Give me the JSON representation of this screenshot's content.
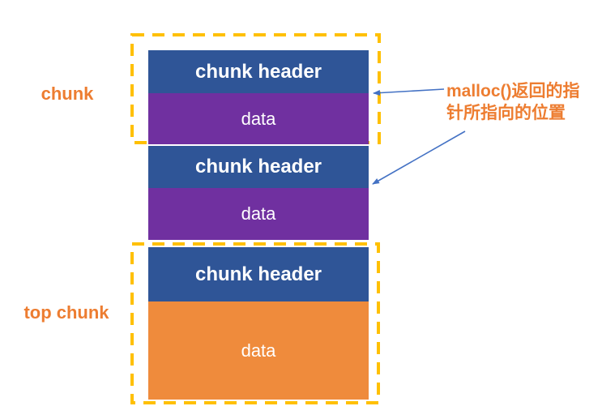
{
  "diagram": {
    "title_semantic": "malloc heap chunk layout",
    "labels": {
      "chunk": "chunk",
      "top_chunk": "top chunk"
    },
    "annotation": {
      "line1": "malloc()返回的指",
      "line2": "针所指向的位置"
    },
    "stack": {
      "rows": [
        {
          "label": "chunk header",
          "type": "header"
        },
        {
          "label": "data",
          "type": "data"
        },
        {
          "label": "chunk header",
          "type": "header"
        },
        {
          "label": "data",
          "type": "data"
        },
        {
          "label": "chunk header",
          "type": "header"
        },
        {
          "label": "data",
          "type": "data"
        }
      ]
    },
    "colors": {
      "header_blue": "#2F5597",
      "data_purple": "#7030A0",
      "data_orange": "#EF8B3C",
      "dashed_border": "#FFC000",
      "label_orange": "#ED7D31",
      "arrow_blue": "#4472C4"
    }
  }
}
